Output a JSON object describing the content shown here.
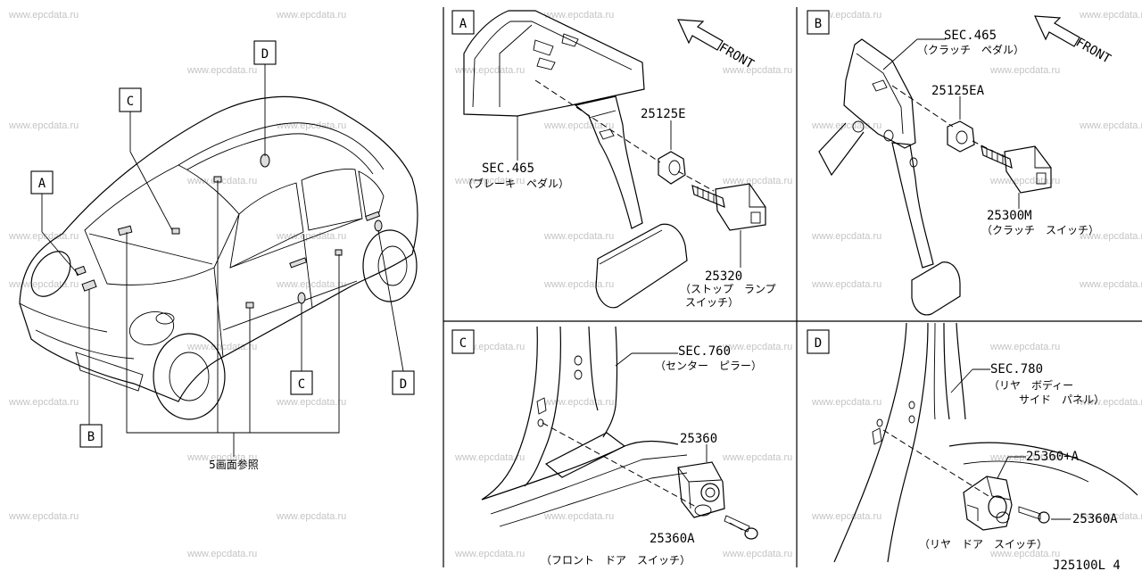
{
  "watermark": "www.epcdata.ru",
  "diagram_id": "J25100L 4",
  "car_view": {
    "callouts": [
      "A",
      "B",
      "C",
      "D",
      "C",
      "D"
    ],
    "reference_note": "5画面参照"
  },
  "panels": [
    {
      "letter": "A",
      "front_label": "FRONT",
      "parts": [
        {
          "number": "SEC.465",
          "name": "（ブレーキ　ペダル）"
        },
        {
          "number": "25125E",
          "name": ""
        },
        {
          "number": "25320",
          "name": "（ストップ　ランプ",
          "name2": "スイッチ）"
        }
      ]
    },
    {
      "letter": "B",
      "front_label": "FRONT",
      "parts": [
        {
          "number": "SEC.465",
          "name": "（クラッチ　ペダル）"
        },
        {
          "number": "25125EA",
          "name": ""
        },
        {
          "number": "25300M",
          "name": "（クラッチ　スイッチ）"
        }
      ]
    },
    {
      "letter": "C",
      "parts": [
        {
          "number": "SEC.760",
          "name": "（センター　ピラー）"
        },
        {
          "number": "25360",
          "name": ""
        },
        {
          "number": "25360A",
          "name": ""
        }
      ],
      "caption": "（フロント　ドア　スイッチ）"
    },
    {
      "letter": "D",
      "parts": [
        {
          "number": "SEC.780",
          "name": "（リヤ　ボディー",
          "name2": "サイド　パネル）"
        },
        {
          "number": "25360+A",
          "name": ""
        },
        {
          "number": "25360A",
          "name": ""
        }
      ],
      "caption": "（リヤ　ドア　スイッチ）"
    }
  ]
}
